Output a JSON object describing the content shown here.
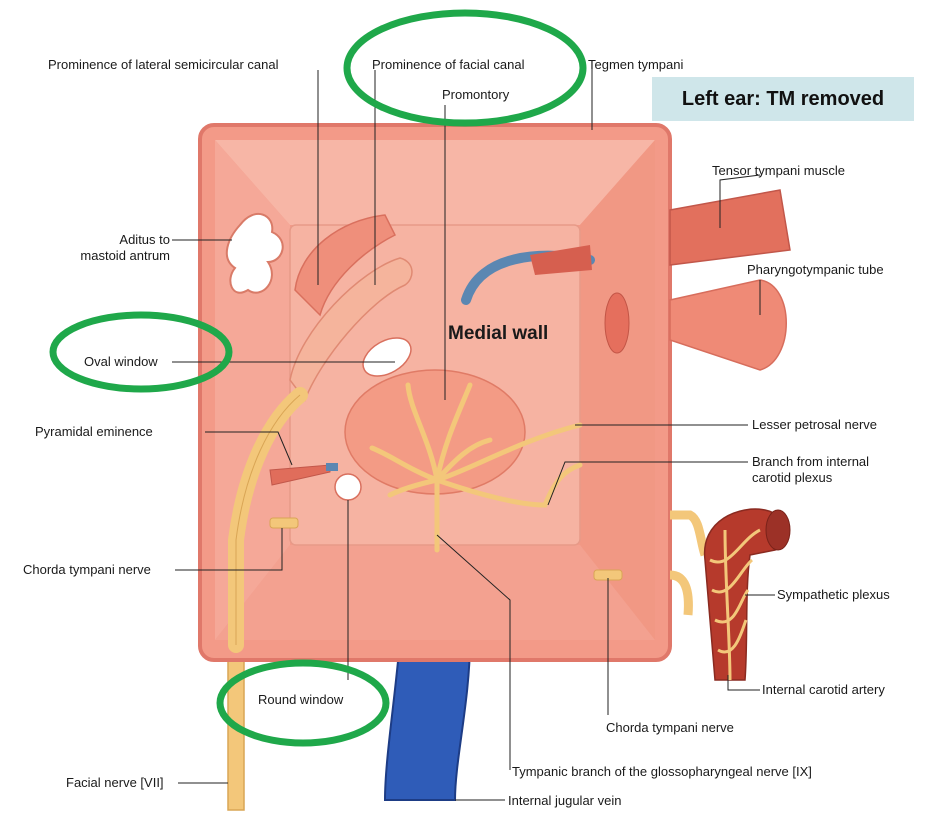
{
  "title": "Left ear: TM removed",
  "wall_label": "Medial wall",
  "labels": {
    "prominence_lateral_canal": "Prominence of lateral semicircular canal",
    "prominence_facial_canal": "Prominence of facial canal",
    "tegmen_tympani": "Tegmen tympani",
    "promontory": "Promontory",
    "tensor_tympani": "Tensor tympani muscle",
    "aditus_line1": "Aditus to",
    "aditus_line2": "mastoid antrum",
    "pharyngotympanic_tube": "Pharyngotympanic tube",
    "oval_window": "Oval window",
    "pyramidal_eminence": "Pyramidal eminence",
    "lesser_petrosal": "Lesser petrosal nerve",
    "branch_carotid_line1": "Branch from internal",
    "branch_carotid_line2": "carotid plexus",
    "chorda_tympani_left": "Chorda tympani nerve",
    "sympathetic_plexus": "Sympathetic plexus",
    "internal_carotid": "Internal carotid artery",
    "round_window": "Round window",
    "chorda_tympani_right": "Chorda tympani nerve",
    "facial_nerve": "Facial nerve [VII]",
    "tympanic_branch": "Tympanic branch of the glossopharyngeal nerve [IX]",
    "internal_jugular": "Internal jugular vein"
  },
  "colors": {
    "box_fill": "#f39a88",
    "box_border": "#e0786a",
    "inner_wall": "#f6b3a2",
    "nerve": "#f3c77a",
    "vein": "#2f5cb8",
    "artery": "#b63a2c",
    "highlight": "#1fa84a",
    "banner": "#cfe6ea"
  }
}
